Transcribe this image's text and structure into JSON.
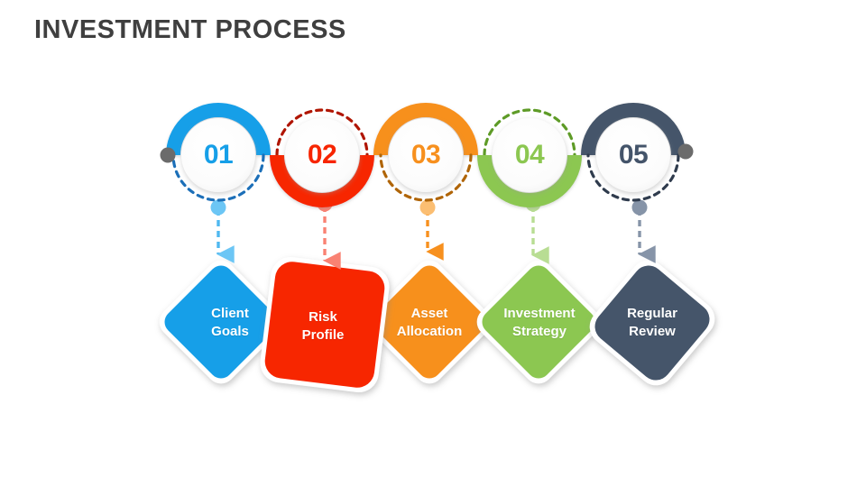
{
  "slide": {
    "title": "INVESTMENT PROCESS",
    "background": "#FFFFFF",
    "title_color": "#3F3F3F"
  },
  "palette": {
    "step1": "#169FE8",
    "step1_light": "#6CC6F5",
    "step2": "#F72500",
    "step2_light": "#F98273",
    "step3": "#F7901E",
    "step3_light": "#FBBE72",
    "step4": "#8CC751",
    "step4_light": "#B8DD93",
    "step5": "#44546A",
    "step5_light": "#8694A8",
    "endpoint_dot": "#6B6B6B",
    "circle_face": "#FEFEFE",
    "shape_border": "#FFFFFF"
  },
  "steps": [
    {
      "number": "01",
      "label_line1": "Client",
      "label_line2": "Goals",
      "color": "#169FE8",
      "dot_color": "#6CC6F5",
      "arc_style_top": "solid",
      "arc_style_bottom": "dashed",
      "shape": "diamond",
      "rotation_deg": 45
    },
    {
      "number": "02",
      "label_line1": "Risk",
      "label_line2": "Profile",
      "color": "#F72500",
      "dot_color": "#F98273",
      "arc_style_top": "dashed",
      "arc_style_bottom": "solid",
      "shape": "rounded-square",
      "rotation_deg": 7
    },
    {
      "number": "03",
      "label_line1": "Asset",
      "label_line2": "Allocation",
      "color": "#F7901E",
      "dot_color": "#FBBE72",
      "arc_style_top": "solid",
      "arc_style_bottom": "dashed",
      "shape": "diamond",
      "rotation_deg": 45
    },
    {
      "number": "04",
      "label_line1": "Investment",
      "label_line2": "Strategy",
      "color": "#8CC751",
      "dot_color": "#B8DD93",
      "arc_style_top": "dashed",
      "arc_style_bottom": "solid",
      "shape": "diamond",
      "rotation_deg": 45
    },
    {
      "number": "05",
      "label_line1": "Regular",
      "label_line2": "Review",
      "color": "#44546A",
      "dot_color": "#8694A8",
      "arc_style_top": "solid",
      "arc_style_bottom": "dashed",
      "shape": "rounded-square",
      "rotation_deg": 40
    }
  ],
  "endpoints": {
    "left_dot_label": "start-marker",
    "right_dot_label": "end-marker"
  }
}
